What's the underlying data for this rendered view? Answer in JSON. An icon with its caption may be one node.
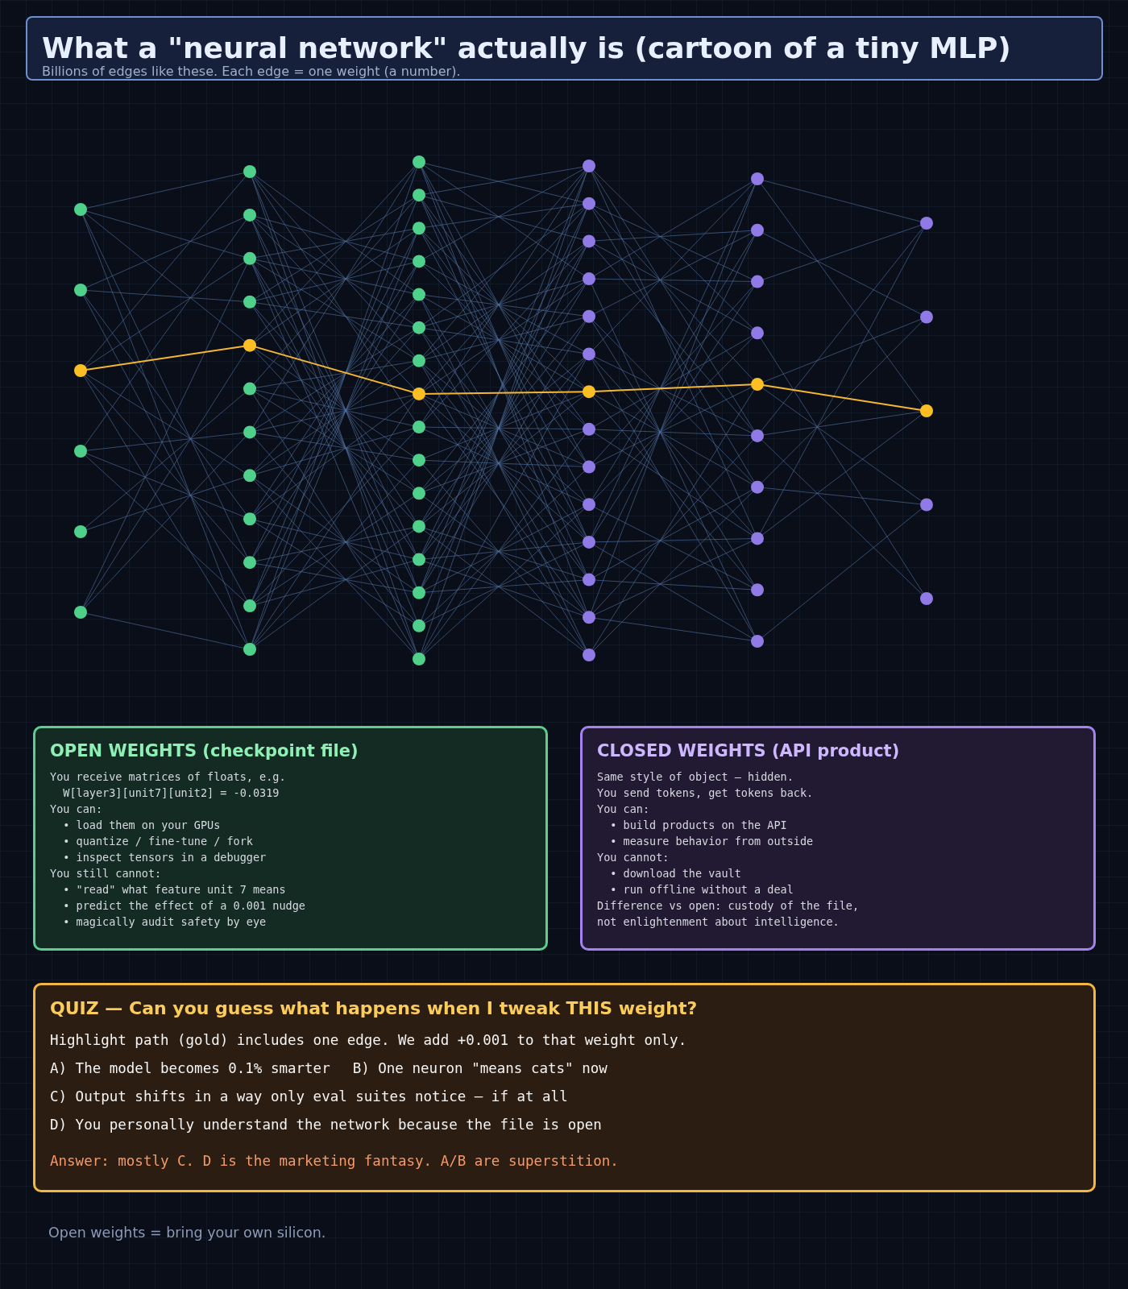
{
  "diagram": {
    "title": "What a \"neural network\" actually is (cartoon of a tiny MLP)",
    "caption": "Billions of edges like these. Each edge = one weight (a number).",
    "nodes": [
      {
        "text": [
          "OPEN WEIGHTS (checkpoint file)",
          "You receive matrices of floats, e.g.",
          "  W[layer3][unit7][unit2] = -0.0319",
          "You can:",
          "  • load them on your GPUs",
          "  • quantize / fine-tune / fork",
          "  • inspect tensors in a debugger",
          "You still cannot:",
          "  • \"read\" what feature unit 7 means",
          "  • predict the effect of a 0.001 nudge",
          "  • magically audit safety by eye"
        ]
      },
      {
        "text": [
          "CLOSED WEIGHTS (API product)",
          "Same style of object — hidden.",
          "You send tokens, get tokens back.",
          "You can:",
          "  • build products on the API",
          "  • measure behavior from outside",
          "You cannot:",
          "  • download the vault",
          "  • run offline without a deal",
          "Difference vs open: custody of the file,",
          "not enlightenment about intelligence."
        ]
      },
      {
        "text": [
          "QUIZ  —  Can you guess what happens when I tweak THIS weight?",
          "Highlight path (gold) includes one edge. We add +0.001 to that weight only.",
          "A) The model becomes 0.1% smarter",
          "B) One neuron \"means cats\" now",
          "C) Output shifts in a way only eval suites notice — if at all",
          "D) You personally understand the network because the file is open",
          "Answer: mostly C. D is the marketing fantasy. A/B are superstition."
        ]
      }
    ],
    "edges": [],
    "labels": [
      "Open weights = bring your own silicon."
    ]
  }
}
